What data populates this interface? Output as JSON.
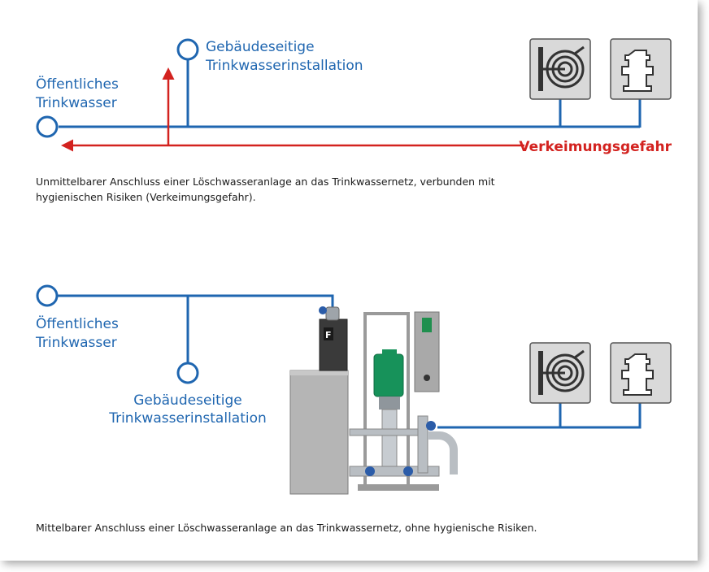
{
  "top": {
    "public_water": [
      "Öffentliches",
      "Trinkwasser"
    ],
    "building_install": [
      "Gebäudeseitige",
      "Trinkwasserinstallation"
    ],
    "danger_label": "Verkeimungsgefahr",
    "caption": [
      "Unmittelbarer Anschluss einer Löschwasseranlage an das Trinkwassernetz, verbunden mit",
      "hygienischen Risiken (Verkeimungsgefahr)."
    ]
  },
  "bottom": {
    "public_water": [
      "Öffentliches",
      "Trinkwasser"
    ],
    "building_install": [
      "Gebäudeseitige",
      "Trinkwasserinstallation"
    ],
    "caption": "Mittelbarer Anschluss einer Löschwasseranlage an das Trinkwassernetz, ohne hygienische Risiken."
  },
  "icons": [
    "hose-reel-icon",
    "hydrant-icon"
  ],
  "colors": {
    "pipe_blue": "#1f66b0",
    "danger_red": "#d3221f",
    "icon_bg": "#d9d9d9"
  }
}
